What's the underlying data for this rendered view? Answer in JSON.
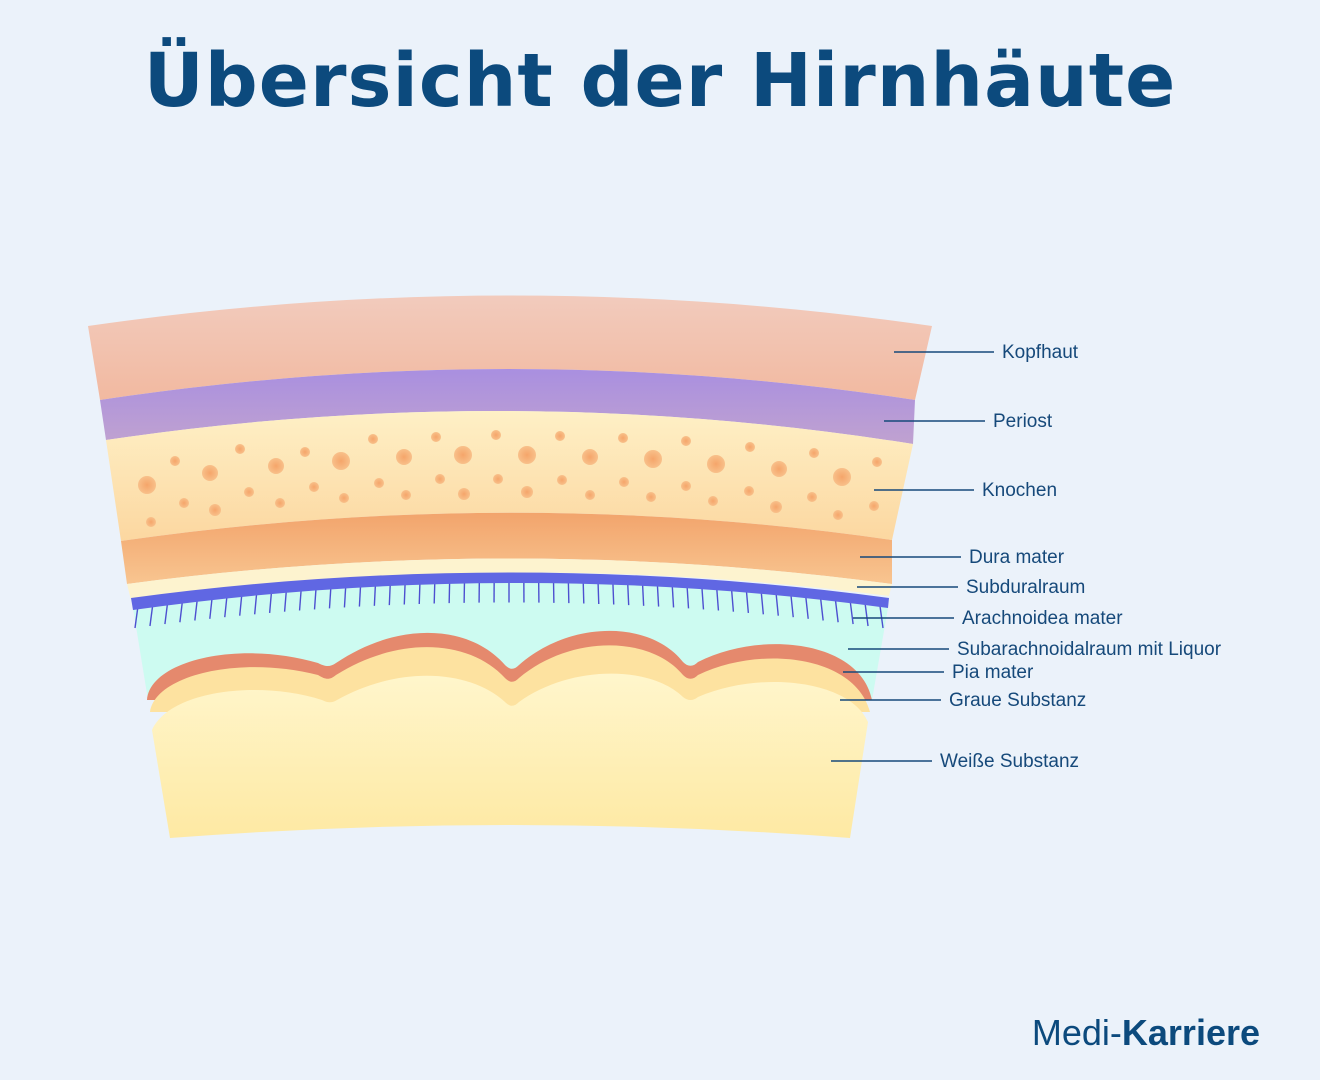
{
  "title": "Übersicht der Hirnhäute",
  "brand": {
    "part1": "Medi-",
    "part2": "Karriere"
  },
  "layers": [
    {
      "label": "Kopfhaut",
      "color": "#f3c6b3"
    },
    {
      "label": "Periost",
      "color": "#b496d6"
    },
    {
      "label": "Knochen",
      "color": "#fde0a8"
    },
    {
      "label": "Dura mater",
      "color": "#f5b37c"
    },
    {
      "label": "Subduralraum",
      "color": "#fdf3cf"
    },
    {
      "label": "Arachnoidea mater",
      "color": "#5b5fe0"
    },
    {
      "label": "Subarachnoidalraum mit Liquor",
      "color": "#cbfbf0"
    },
    {
      "label": "Pia mater",
      "color": "#e4876b"
    },
    {
      "label": "Graue Substanz",
      "color": "#fde3a0"
    },
    {
      "label": "Weiße Substanz",
      "color": "#fff5c6"
    }
  ],
  "colors": {
    "title": "#0c4a7d",
    "background": "#ebf2fa",
    "label": "#16497a",
    "bone_dots": "#f6b07a"
  }
}
